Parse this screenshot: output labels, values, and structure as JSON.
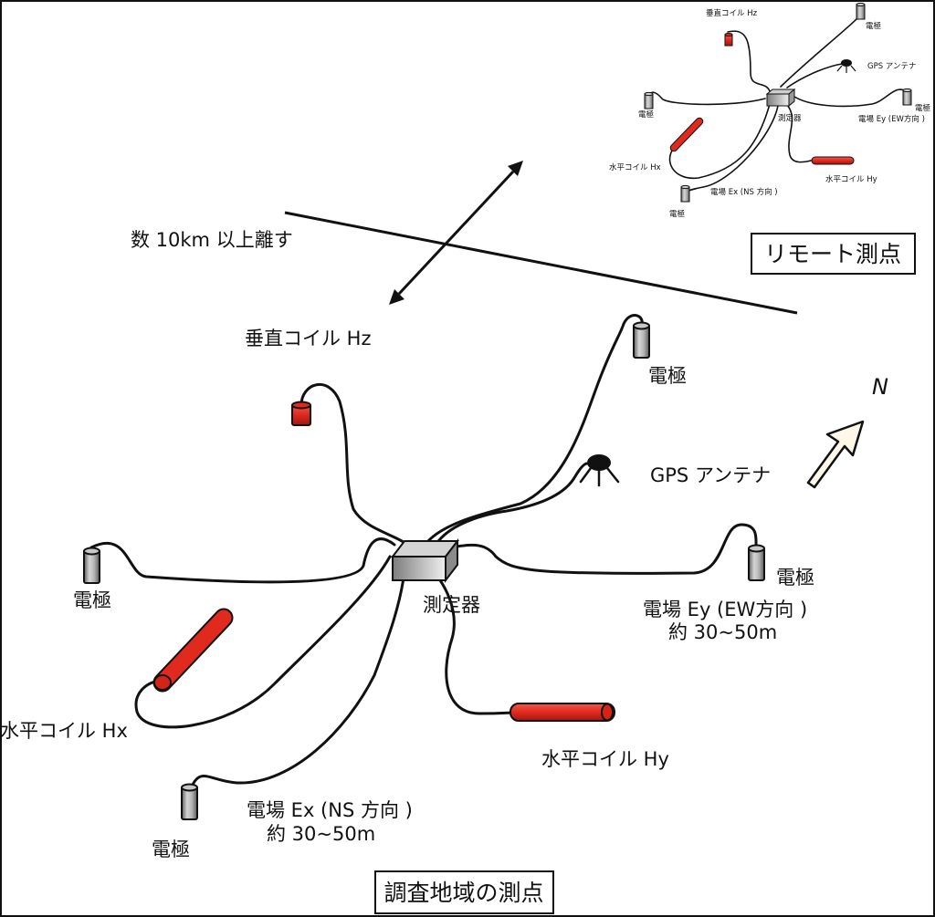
{
  "colors": {
    "coil": "#e12a1e",
    "electrode": "#9a9a9a",
    "device": "#777777",
    "line": "#111111",
    "north_arrow_fill": "#fdf8e8"
  },
  "distance_label": "数 10km 以上離す",
  "north_label": "N",
  "remote": {
    "title": "リモート測点",
    "vertical_coil": "垂直コイル Hz",
    "electrode": "電極",
    "gps": "GPS アンテナ",
    "device": "測定器",
    "horizontal_coil_x": "水平コイル Hx",
    "horizontal_coil_y": "水平コイル Hy",
    "field_ex": "電場 Ex (NS 方向 )",
    "field_ey": "電場 Ey (EW方向 )"
  },
  "survey": {
    "title": "調査地域の測点",
    "vertical_coil": "垂直コイル Hz",
    "electrode": "電極",
    "gps": "GPS アンテナ",
    "device": "測定器",
    "horizontal_coil_x": "水平コイル Hx",
    "horizontal_coil_y": "水平コイル Hy",
    "field_ey": "電場 Ey (EW方向 )",
    "field_ex": "電場 Ex (NS 方向 )",
    "spacing": "約 30~50m"
  }
}
